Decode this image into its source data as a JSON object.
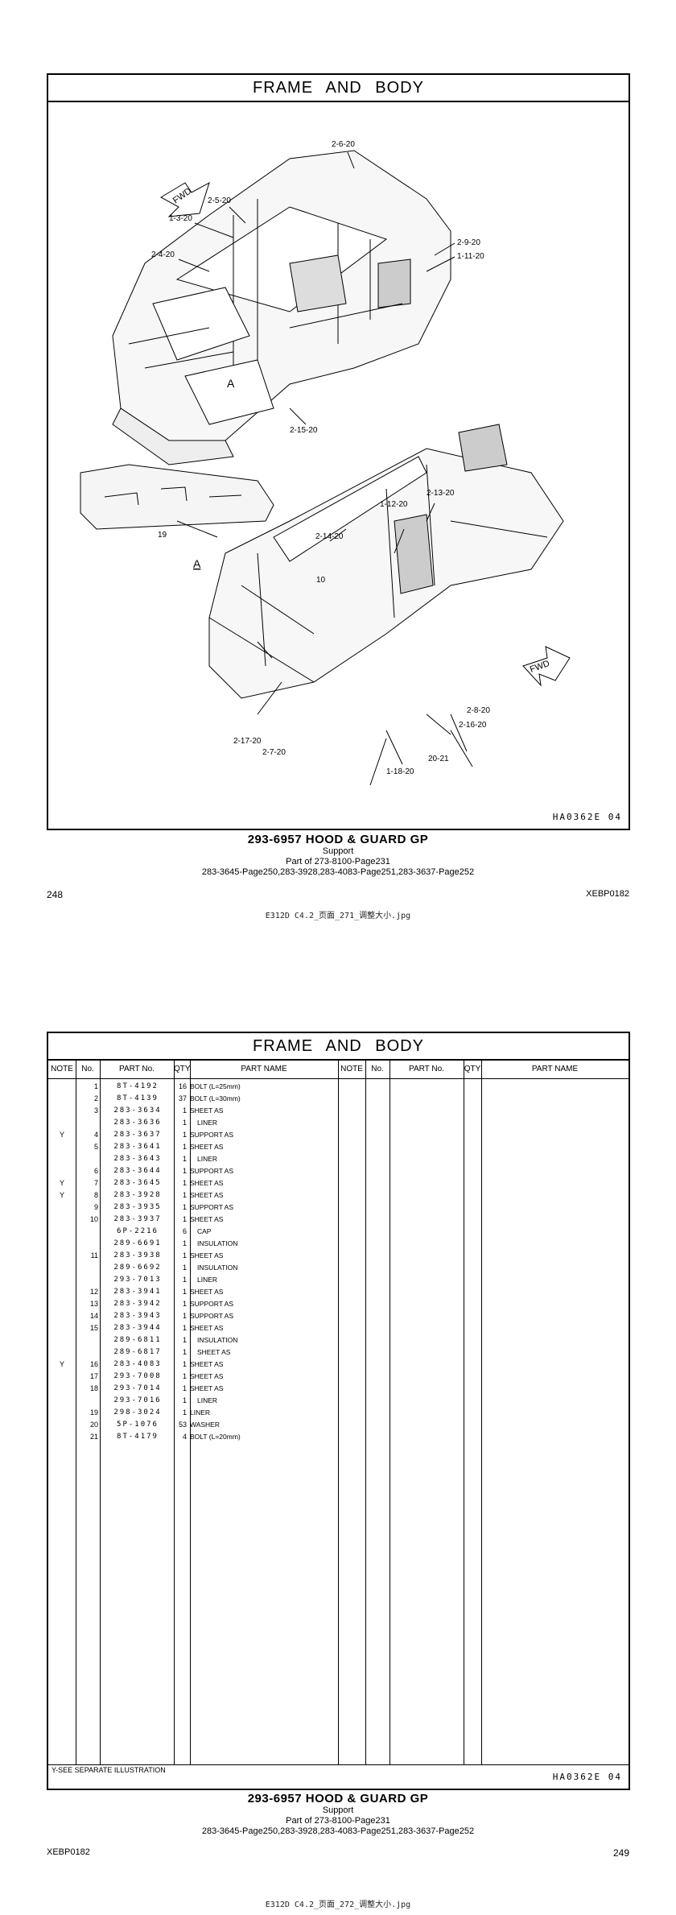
{
  "page1": {
    "title": "FRAME   AND   BODY",
    "ref_code": "HA0362E   04",
    "caption_title": "293-6957  HOOD & GUARD GP",
    "caption_sub": "Support",
    "caption_part_of": "Part of 273-8100-Page231",
    "caption_refs": "283-3645-Page250,283-3928,283-4083-Page251,283-3637-Page252",
    "page_number": "248",
    "doc_code": "XEBP0182",
    "file_label": "E312D   C4.2_页面_271_调整大小.jpg",
    "callouts": [
      "2-6-20",
      "2-5-20",
      "1-3-20",
      "2-4-20",
      "2-9-20",
      "1-11-20",
      "A",
      "2-15-20",
      "19",
      "A",
      "1-12-20",
      "2-13-20",
      "2-14-20",
      "10",
      "2-17-20",
      "2-8-20",
      "2-16-20",
      "20-21",
      "2-7-20",
      "1-18-20"
    ],
    "fwd_label": "FWD"
  },
  "page2": {
    "title": "FRAME   AND   BODY",
    "headers": [
      "NOTE",
      "No.",
      "PART No.",
      "QTY",
      "PART NAME",
      "NOTE",
      "No.",
      "PART No.",
      "QTY",
      "PART NAME"
    ],
    "rows": [
      {
        "note": "",
        "no": "1",
        "part": "8T-4192",
        "qty": "16",
        "name": "BOLT (L=25mm)",
        "indent": false
      },
      {
        "note": "",
        "no": "2",
        "part": "8T-4139",
        "qty": "37",
        "name": "BOLT (L=30mm)",
        "indent": false
      },
      {
        "note": "",
        "no": "3",
        "part": "283-3634",
        "qty": "1",
        "name": "SHEET AS",
        "indent": false
      },
      {
        "note": "",
        "no": "",
        "part": "283-3636",
        "qty": "1",
        "name": "LINER",
        "indent": true
      },
      {
        "note": "Y",
        "no": "4",
        "part": "283-3637",
        "qty": "1",
        "name": "SUPPORT AS",
        "indent": false
      },
      {
        "note": "",
        "no": "5",
        "part": "283-3641",
        "qty": "1",
        "name": "SHEET AS",
        "indent": false
      },
      {
        "note": "",
        "no": "",
        "part": "283-3643",
        "qty": "1",
        "name": "LINER",
        "indent": true
      },
      {
        "note": "",
        "no": "6",
        "part": "283-3644",
        "qty": "1",
        "name": "SUPPORT AS",
        "indent": false
      },
      {
        "note": "Y",
        "no": "7",
        "part": "283-3645",
        "qty": "1",
        "name": "SHEET AS",
        "indent": false
      },
      {
        "note": "Y",
        "no": "8",
        "part": "283-3928",
        "qty": "1",
        "name": "SHEET AS",
        "indent": false
      },
      {
        "note": "",
        "no": "9",
        "part": "283-3935",
        "qty": "1",
        "name": "SUPPORT AS",
        "indent": false
      },
      {
        "note": "",
        "no": "10",
        "part": "283-3937",
        "qty": "1",
        "name": "SHEET AS",
        "indent": false
      },
      {
        "note": "",
        "no": "",
        "part": "6P-2216",
        "qty": "6",
        "name": "CAP",
        "indent": true
      },
      {
        "note": "",
        "no": "",
        "part": "289-6691",
        "qty": "1",
        "name": "INSULATION",
        "indent": true
      },
      {
        "note": "",
        "no": "11",
        "part": "283-3938",
        "qty": "1",
        "name": "SHEET AS",
        "indent": false
      },
      {
        "note": "",
        "no": "",
        "part": "289-6692",
        "qty": "1",
        "name": "INSULATION",
        "indent": true
      },
      {
        "note": "",
        "no": "",
        "part": "293-7013",
        "qty": "1",
        "name": "LINER",
        "indent": true
      },
      {
        "note": "",
        "no": "12",
        "part": "283-3941",
        "qty": "1",
        "name": "SHEET AS",
        "indent": false
      },
      {
        "note": "",
        "no": "13",
        "part": "283-3942",
        "qty": "1",
        "name": "SUPPORT AS",
        "indent": false
      },
      {
        "note": "",
        "no": "14",
        "part": "283-3943",
        "qty": "1",
        "name": "SUPPORT AS",
        "indent": false
      },
      {
        "note": "",
        "no": "15",
        "part": "283-3944",
        "qty": "1",
        "name": "SHEET AS",
        "indent": false
      },
      {
        "note": "",
        "no": "",
        "part": "289-6811",
        "qty": "1",
        "name": "INSULATION",
        "indent": true
      },
      {
        "note": "",
        "no": "",
        "part": "289-6817",
        "qty": "1",
        "name": "SHEET AS",
        "indent": true
      },
      {
        "note": "Y",
        "no": "16",
        "part": "283-4083",
        "qty": "1",
        "name": "SHEET AS",
        "indent": false
      },
      {
        "note": "",
        "no": "17",
        "part": "293-7008",
        "qty": "1",
        "name": "SHEET AS",
        "indent": false
      },
      {
        "note": "",
        "no": "18",
        "part": "293-7014",
        "qty": "1",
        "name": "SHEET AS",
        "indent": false
      },
      {
        "note": "",
        "no": "",
        "part": "293-7016",
        "qty": "1",
        "name": "LINER",
        "indent": true
      },
      {
        "note": "",
        "no": "19",
        "part": "298-3024",
        "qty": "1",
        "name": "LINER",
        "indent": false
      },
      {
        "note": "",
        "no": "20",
        "part": "5P-1076",
        "qty": "53",
        "name": "WASHER",
        "indent": false
      },
      {
        "note": "",
        "no": "21",
        "part": "8T-4179",
        "qty": "4",
        "name": "BOLT (L=20mm)",
        "indent": false
      }
    ],
    "see_note": "Y-SEE  SEPARATE  ILLUSTRATION",
    "ref_code": "HA0362E   04",
    "caption_title": "293-6957  HOOD & GUARD GP",
    "caption_sub": "Support",
    "caption_part_of": "Part of 273-8100-Page231",
    "caption_refs": "283-3645-Page250,283-3928,283-4083-Page251,283-3637-Page252",
    "page_number": "249",
    "doc_code": "XEBP0182",
    "file_label": "E312D   C4.2_页面_272_调整大小.jpg"
  }
}
